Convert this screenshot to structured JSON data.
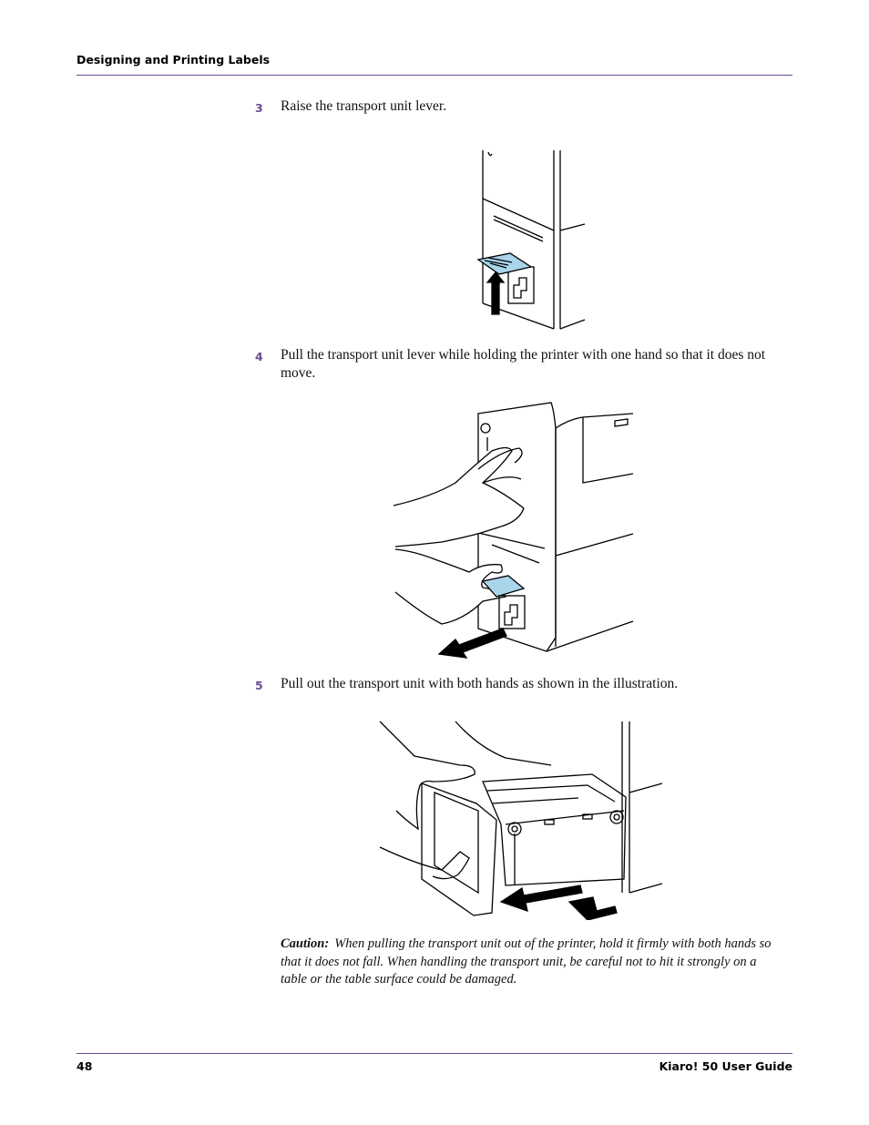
{
  "header": {
    "section_title": "Designing and Printing Labels"
  },
  "steps": [
    {
      "number": "3",
      "text": "Raise the transport unit lever."
    },
    {
      "number": "4",
      "text": "Pull the transport unit lever while holding the printer with one hand so that it does not move."
    },
    {
      "number": "5",
      "text": "Pull out the transport unit with both hands as shown in the illustration."
    }
  ],
  "caution": {
    "label": "Caution:",
    "text": "When pulling the transport unit out of the printer, hold it firmly with both hands so that it does not fall. When handling the transport unit, be careful not to hit it strongly on a table or the table surface could be damaged."
  },
  "footer": {
    "page_number": "48",
    "guide_title": "Kiaro! 50 User Guide"
  },
  "colors": {
    "accent": "#6a4c93",
    "lever_highlight": "#a9d4ea"
  },
  "figures": [
    "raise-lever-illustration",
    "pull-lever-illustration",
    "pull-out-transport-illustration"
  ]
}
